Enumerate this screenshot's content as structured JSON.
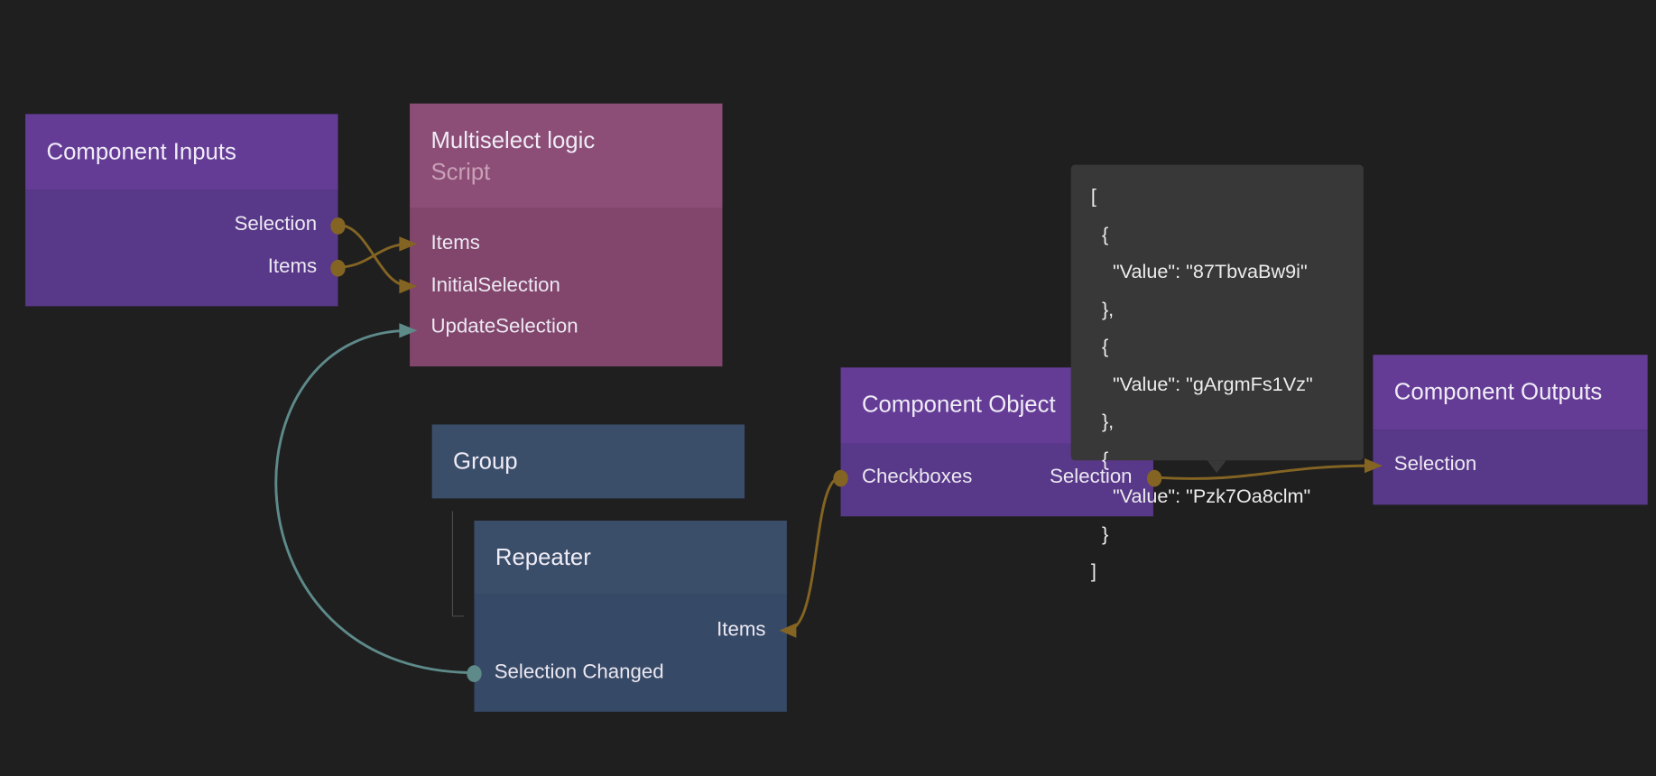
{
  "colors": {
    "background": "#1f1f1f",
    "data_wire": "#836423",
    "signal_wire": "#5e8a8a",
    "component_node": "#643c96",
    "script_node": "#8c4e76",
    "visual_node": "#3a4e6a"
  },
  "nodes": {
    "component_inputs": {
      "title": "Component Inputs",
      "ports": [
        "Selection",
        "Items"
      ]
    },
    "multiselect_logic": {
      "title": "Multiselect logic",
      "subtitle": "Script",
      "ports": [
        "Items",
        "InitialSelection",
        "UpdateSelection"
      ]
    },
    "group": {
      "title": "Group"
    },
    "repeater": {
      "title": "Repeater",
      "ports": [
        "Items",
        "Selection Changed"
      ]
    },
    "component_object": {
      "title": "Component Object",
      "ports": [
        "Checkboxes",
        "Selection"
      ]
    },
    "component_outputs": {
      "title": "Component Outputs",
      "ports": [
        "Selection"
      ]
    }
  },
  "tooltip": {
    "text": "[\n  {\n    \"Value\": \"87TbvaBw9i\"\n  },\n  {\n    \"Value\": \"gArgmFs1Vz\"\n  },\n  {\n    \"Value\": \"Pzk7Oa8clm\"\n  }\n]"
  }
}
